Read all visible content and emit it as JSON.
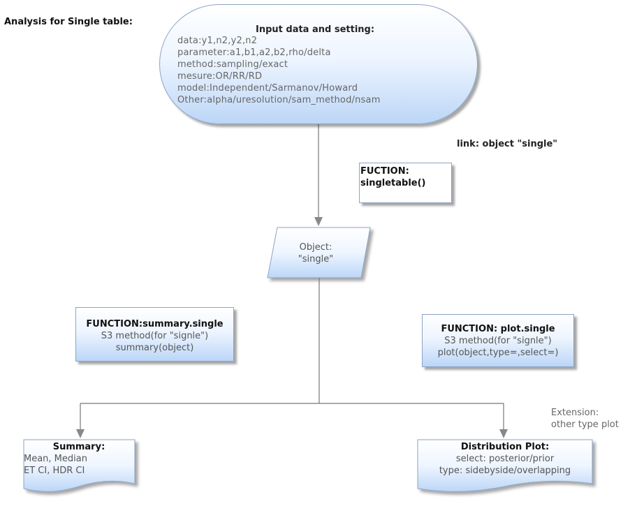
{
  "heading": "Analysis for Single table:",
  "input": {
    "title": "Input data and setting:",
    "lines": [
      "data:y1,n2,y2,n2",
      "parameter:a1,b1,a2,b2,rho/delta",
      "method:sampling/exact",
      "mesure:OR/RR/RD",
      "model:Independent/Sarmanov/Howard",
      "Other:alpha/uresolution/sam_method/nsam"
    ]
  },
  "link_label": "link: object \"single\"",
  "function_singletable": {
    "line1": "FUCTION:",
    "line2": "singletable()"
  },
  "object": {
    "line1": "Object:",
    "line2": "\"single\""
  },
  "summary_function": {
    "title": "FUNCTION:summary.single",
    "line1": "S3 method(for \"signle\")",
    "line2": "summary(object)"
  },
  "plot_function": {
    "title": "FUNCTION: plot.single",
    "line1": "S3 method(for \"signle\")",
    "line2": "plot(object,type=,select=)"
  },
  "extension": {
    "line1": "Extension:",
    "line2": "other type plot"
  },
  "summary_output": {
    "title": "Summary:",
    "line1": "Mean, Median",
    "line2": "ET CI, HDR CI"
  },
  "dist_output": {
    "title": "Distribution Plot:",
    "line1": "select: posterior/prior",
    "line2": "type: sidebyside/overlapping"
  }
}
